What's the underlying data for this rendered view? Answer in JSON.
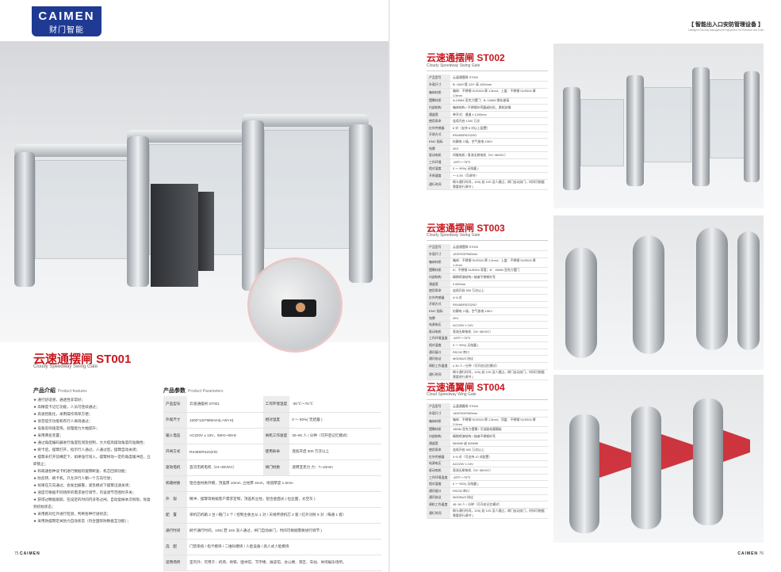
{
  "brand": {
    "logo_en": "CAIMEN",
    "logo_cn": "财门智能"
  },
  "header": {
    "title": "【 智能出入口安防管理设备 】",
    "subtitle": "Intelligent Security Management Equipment For Entrance and Exits"
  },
  "st001": {
    "title": "云速通摆闸 ST001",
    "subtitle": "Cloudy Speedway Swing Gate",
    "intro_heading": "产品介绍",
    "intro_heading_en": "Product features",
    "features": [
      "★ 通行舒适感，通透性非常好；",
      "★ 高精度卡记忆功能，人员可连续通过；",
      "★ 高速智能化，采用操作简单方便；",
      "★ 语音提示功能和有行人离场通过；",
      "★ 设备反响速度快，处理能力大幅提升；",
      "★ 采用两名装置；",
      "★ 通过角度编码器进行角度检测及控制，大大提高摆动角度的准确性；",
      "★ 刷卡后，摆臂打开，指示行人通过，人通过后，摆臂自动关闭；",
      "★ 摆臂未打开前横定下，如果强行闯入，摆臂将动一定的角度缓冲后，立即锁止；",
      "★ 和疏通各种读卡机进行数据的摆臂断复、机芯回调功能；",
      "★ 防反转、刷卡机，只允许行人朝一个方向行进；",
      "★ 如果在方向通过，会发出报警，紧急模式下摆臂迅速关闭；",
      "★ 速度可根据不同场所的需求进行调节，内设调节范围时开关；",
      "★ 获得过精般跟踪，在设定的时间内没有过闸，自动复掉本次权限，恢复到初始状态；",
      "★ 采用跑对红外进行检测，判断各种行进状态；",
      "★ 采用防摆臂定关防力自动状态（符合国际防数据互功能）；"
    ],
    "params_heading": "产品参数",
    "params_heading_en": "Product Parameters",
    "params": [
      [
        "产品型号",
        "云速通摆闸 ST001",
        "工作环境温度",
        "-35℃～75℃"
      ],
      [
        "外观尺寸",
        "1500*120*980mm(L×W×H)",
        "相对湿度",
        "0 ～ 90%( 无结露 )"
      ],
      [
        "输入电压",
        "AC220V ± 10V，50Hz~60Hz",
        "闸机工作速度",
        "30~50 人 / 分钟（可开启记忆模式）"
      ],
      [
        "开闸方式",
        "RS485/RS232/IO",
        "使用寿命",
        "连续开启 500 万次以上"
      ],
      [
        "驱动电机",
        "直流无刷电机（24~36VDC）",
        "闸门材质",
        "透明亚克力 力：T=10mm"
      ],
      [
        "机箱材质",
        "铝合金材质开模，顶盖厚 10mm, 立柱厚 3mm，地道厚度 1.5mm",
        "",
        ""
      ],
      [
        "外　观",
        "精冲、摆臂等根据客户需求定制，顶盖和立柱，铝合金面光 ( 拉丝面，太空灰 )",
        "",
        ""
      ],
      [
        "配　置",
        "单机芯机箱 2 台 / 箱门 2 个 / 控制主板主从 1 对 / 天线传感机芯 2 套 / 红外对射 8 对（每通 1 套）",
        "",
        ""
      ],
      [
        "通行时间",
        "刷卡通行时间，10S( 若 10S 没人通过，闸门自动关门，时间可根据需要进行调节 )",
        "",
        ""
      ],
      [
        "选　配",
        "门禁系统 / 指卡模块 / 二维码模块 / 人脸设备 / 高人式人脸模块",
        "",
        ""
      ],
      [
        "适用场所",
        "室内外；可用于：机场、地铁、图书馆、写字楼、展览馆、办公楼、景区、车站、体闲娱乐场所。",
        "",
        ""
      ]
    ]
  },
  "st002": {
    "title": "云速通摆闸 ST002",
    "subtitle": "Cloudy Speedway Swing Gate",
    "params": [
      [
        "产品型号",
        "云速通摆闸 ST002"
      ],
      [
        "外观尺寸",
        "B: 1500*宽 120* 高 1000mm"
      ],
      [
        "箱体材质",
        "箱体：不锈钢 SUS304 厚 1.5mm；上盖：不锈钢 SUS304 厚 1.5mm"
      ],
      [
        "摆臂材质",
        "A:10MM 亚克力摆门；B: 10MM 钢化玻璃"
      ],
      [
        "内部结构",
        "箱体结构 / 不锈钢外壳圆或抗形，腐机贴钢"
      ],
      [
        "通道宽",
        "单开式：通道 ≤ 1200mm"
      ],
      [
        "使用寿命",
        "连续开启 1200 万次"
      ],
      [
        "红外传感器",
        "8 对（支持 8 对以上配置）"
      ],
      [
        "开闸方式",
        "RS485/RS232/IO"
      ],
      [
        "EMC 指标",
        "抗静电 3 级，空气放电 15KV"
      ],
      [
        "铭牌",
        "2KV"
      ],
      [
        "驱动电机",
        "伺服电机 / 直流无刷电机（24~36VDC）"
      ],
      [
        "工作环境",
        "-35℃～75℃"
      ],
      [
        "相对湿度",
        "0 ～ 90%( 无结露 )"
      ],
      [
        "开闸速度",
        "～ 0.3S（可调节）"
      ],
      [
        "通行时间",
        "刷卡通行时间，10S( 若 10S 没人通过，闸门自动关门，时间可根据需要进行调节 )"
      ]
    ]
  },
  "st003": {
    "title": "云速通摆闸 ST003",
    "subtitle": "Cloudy Speedway Swing Gate",
    "params": [
      [
        "产品型号",
        "云速通摆闸 ST003"
      ],
      [
        "外观尺寸",
        "1200*200*980mm"
      ],
      [
        "箱体材质",
        "箱体：不锈钢 SUS304 厚 1.2mm；上盖：不锈钢 SUS304 厚 1.2mm"
      ],
      [
        "摆臂材质",
        "A：不锈钢 SUS304 弯管；B：10MM 亚克力摆门"
      ],
      [
        "内部结构",
        "精钢喷漆结构 / 抽液不锈钢外壳"
      ],
      [
        "通道宽",
        "≤ 600mm"
      ],
      [
        "使用寿命",
        "连续开启 500 万次以上"
      ],
      [
        "红外传感器",
        "4~6 对"
      ],
      [
        "开闸方式",
        "RS485/RS232/IO"
      ],
      [
        "EMC 指标",
        "抗静电 3 级，空气放电 15KV"
      ],
      [
        "铭牌",
        "2KV"
      ],
      [
        "电源电压",
        "AC220V ± 10V"
      ],
      [
        "驱动电机",
        "直流无刷电机（24~36VDC）"
      ],
      [
        "工作环境温度",
        "-35℃～75℃"
      ],
      [
        "相对湿度",
        "0 ～ 90%( 无结露 )"
      ],
      [
        "通讯接口",
        "RS232 串口"
      ],
      [
        "通讯协议",
        "MODBUS 协议"
      ],
      [
        "闸机工作速度",
        "≤ 30 人 / 分钟（可开启记忆模式）"
      ],
      [
        "通行时间",
        "刷卡通行时间，10S( 若 10S 没人通过，闸门自动关门，时间可根据需要进行调节 )"
      ]
    ]
  },
  "st004": {
    "title": "云速通翼闸 ST004",
    "subtitle": "Cloud Speedway Wing Gate",
    "params": [
      [
        "产品型号",
        "云速通翼闸 ST004"
      ],
      [
        "外观尺寸",
        "1400*300*980mm"
      ],
      [
        "箱体材质",
        "箱体：不锈钢 SUS304 厚 1.5mm；顶盖：不锈钢 SUS304 厚 2.0mm"
      ],
      [
        "摆臂材质",
        "15MM 亚克力摆臂 / 可选配软翼翼板"
      ],
      [
        "内部结构",
        "精钢喷漆结构 / 抽液不锈钢外壳"
      ],
      [
        "通道宽",
        "550MM 或 600MM"
      ],
      [
        "使用寿命",
        "连续开启 500 万次以上"
      ],
      [
        "红外传感器",
        "4~6 对（可支持 12 对配置）"
      ],
      [
        "电源电压",
        "AC220V ± 10V"
      ],
      [
        "驱动电机",
        "直流无刷电机（24~36VDC）"
      ],
      [
        "工作环境温度",
        "-35℃～75℃"
      ],
      [
        "相对湿度",
        "0 ～ 90%( 无结露 )"
      ],
      [
        "通讯接口",
        "RS232 串口"
      ],
      [
        "通讯协议",
        "MODBUS 协议"
      ],
      [
        "闸机工作速度",
        "45~50 人 / 分钟（可开启记忆模式）"
      ],
      [
        "通行时间",
        "刷卡通行时间，10S( 若 10S 没人通过，闸门自动关门，时间可根据需要进行调节 )"
      ]
    ]
  },
  "footer": {
    "left_page": "75",
    "right_page": "76",
    "brand": "CAIMEN"
  }
}
